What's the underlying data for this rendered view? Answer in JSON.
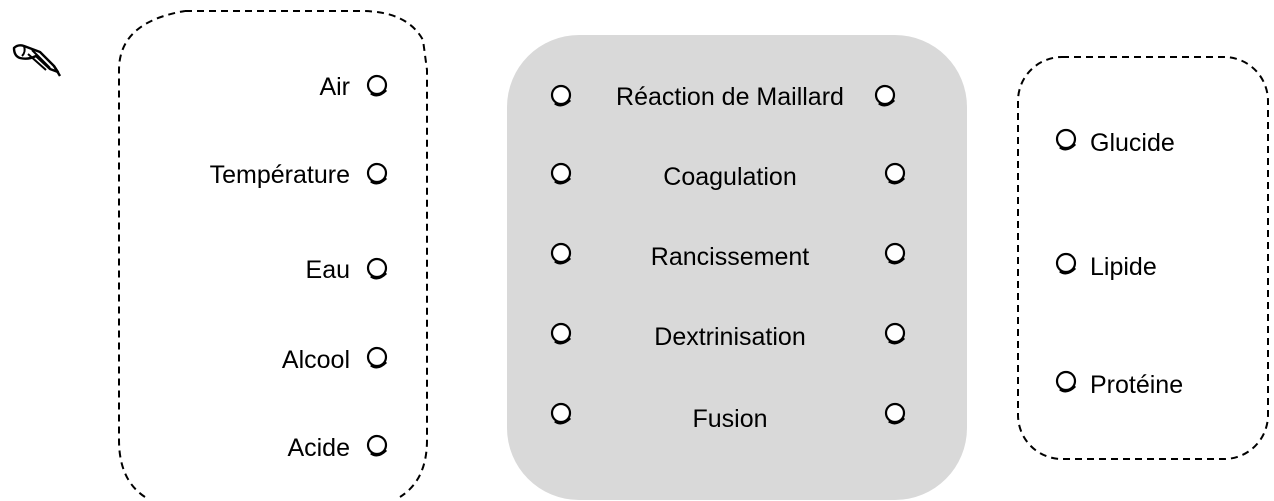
{
  "left_column": {
    "items": [
      {
        "label": "Air"
      },
      {
        "label": "Température"
      },
      {
        "label": "Eau"
      },
      {
        "label": "Alcool"
      },
      {
        "label": "Acide"
      }
    ]
  },
  "center_column": {
    "items": [
      {
        "label": "Réaction de Maillard"
      },
      {
        "label": "Coagulation"
      },
      {
        "label": "Rancissement"
      },
      {
        "label": "Dextrinisation"
      },
      {
        "label": "Fusion"
      }
    ],
    "background_color": "#d9d9d9"
  },
  "right_column": {
    "items": [
      {
        "label": "Glucide"
      },
      {
        "label": "Lipide"
      },
      {
        "label": "Protéine"
      }
    ]
  },
  "icons": {
    "pen": "writing-hand-icon",
    "option_marker": "shadowed-circle-icon"
  }
}
